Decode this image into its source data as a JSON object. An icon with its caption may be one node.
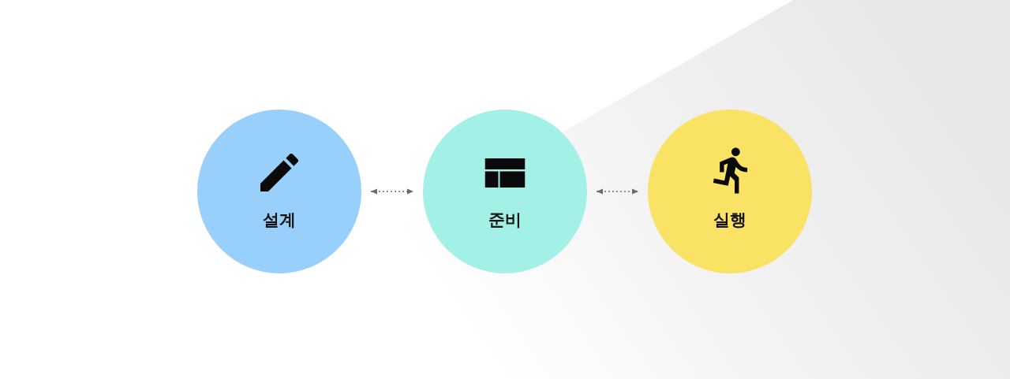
{
  "diagram": {
    "nodes": [
      {
        "text": [
          "설계"
        ]
      },
      {
        "text": [
          "준비"
        ]
      },
      {
        "text": [
          "실행"
        ]
      }
    ],
    "edges": [
      {
        "from": 0,
        "to": 1,
        "arrow": "both",
        "style": "dashed"
      },
      {
        "from": 1,
        "to": 2,
        "arrow": "both",
        "style": "dashed"
      }
    ]
  }
}
